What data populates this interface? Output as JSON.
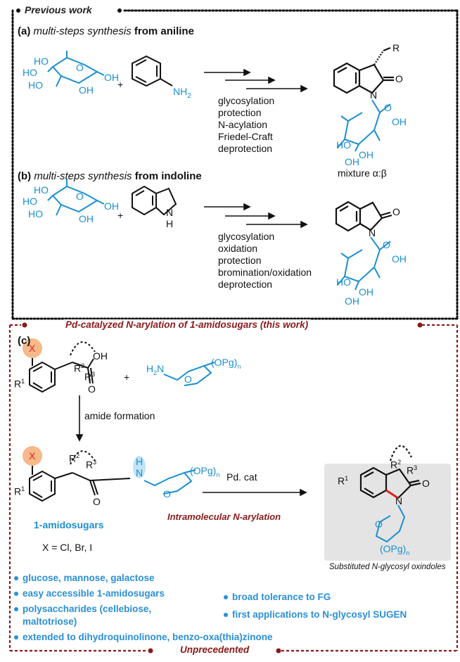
{
  "previous_work": {
    "header": "Previous work",
    "a": {
      "tag": "(a)",
      "italic": "multi-steps synthesis",
      "bold": "from aniline",
      "conditions": [
        "glycosylation",
        "protection",
        "N-acylation",
        "Friedel-Craft",
        "deprotection"
      ],
      "note": "mixture α:β"
    },
    "b": {
      "tag": "(b)",
      "italic": "multi-steps synthesis",
      "bold": "from indoline",
      "conditions": [
        "glycosylation",
        "oxidation",
        "protection",
        "bromination/oxidation",
        "deprotection"
      ]
    }
  },
  "this_work": {
    "header": "Pd-catalyzed N-arylation of 1-amidosugars (this work)",
    "c_tag": "(c)",
    "step1": "amide formation",
    "catalyst": "Pd. cat",
    "reaction": "Intramolecular N-arylation",
    "intermediate_name": "1-amidosugars",
    "halogens": "X = Cl, Br, I",
    "product_caption": "Substituted N-glycosyl oxindoles",
    "bullets_left": [
      "glucose, mannose, galactose",
      "easy accessible 1-amidosugars",
      "polysaccharides (cellebiose,",
      "maltotriose)"
    ],
    "bullets_right": [
      "broad tolerance to FG",
      "first applications to N-glycosyl SUGEN"
    ],
    "bullet_bottom": "extended to dihydroquinolinone, benzo-oxa(thia)zinone",
    "footer": "Unprecedented"
  },
  "colors": {
    "sugar": "#1b8fd0",
    "frame_red": "#8b1a1a",
    "bullet": "#2a8fd6",
    "highlight_x": "#f5b98a",
    "highlight_nh": "#bfe3f5",
    "bond_red": "#e02020"
  }
}
